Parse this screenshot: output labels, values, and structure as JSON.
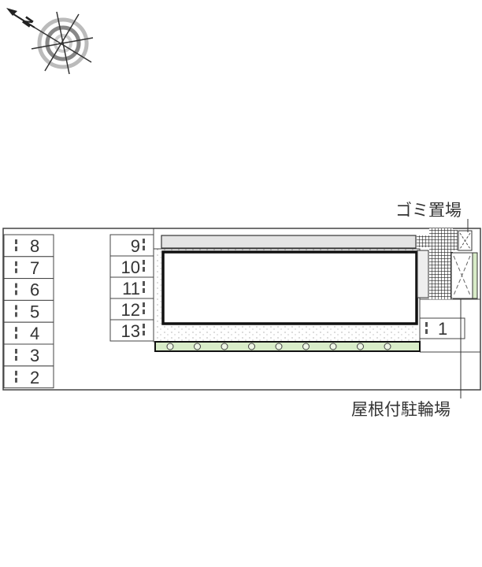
{
  "compass": {
    "icon": "north-arrow-compass-icon",
    "north_label": "N"
  },
  "labels": {
    "garbage": "ゴミ置場",
    "bicycle": "屋根付駐輪場"
  },
  "parking_left": [
    "8",
    "7",
    "6",
    "5",
    "4",
    "3",
    "2"
  ],
  "parking_middle": [
    "9",
    "10",
    "11",
    "12",
    "13"
  ],
  "parking_right": [
    "1"
  ],
  "colors": {
    "line": "#333333",
    "hedge": "#d8ecc8",
    "walkway": "#e4e4e4"
  }
}
